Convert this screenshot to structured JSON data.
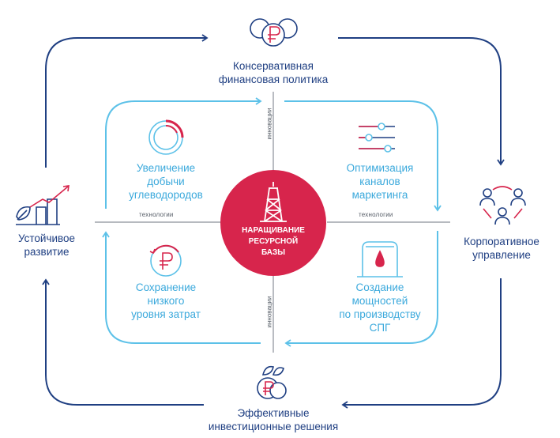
{
  "center": {
    "lines": [
      "НАРАЩИВАНИЕ",
      "РЕСУРСНОЙ",
      "БАЗЫ"
    ],
    "icon": "oil-rig-icon"
  },
  "outer": [
    {
      "id": "top",
      "icon": "ruble-coins-icon",
      "lines": [
        "Консервативная",
        "финансовая политика"
      ]
    },
    {
      "id": "right",
      "icon": "people-network-icon",
      "lines": [
        "Корпоративное",
        "управление"
      ]
    },
    {
      "id": "bottom",
      "icon": "ruble-fruit-icon",
      "lines": [
        "Эффективные",
        "инвестиционные решения"
      ]
    },
    {
      "id": "left",
      "icon": "leaf-growth-chart-icon",
      "lines": [
        "Устойчивое",
        "развитие"
      ]
    }
  ],
  "inner": [
    {
      "id": "top-left",
      "icon": "production-ring-icon",
      "lines": [
        "Увеличение",
        "добычи",
        "углеводородов"
      ]
    },
    {
      "id": "top-right",
      "icon": "sliders-icon",
      "lines": [
        "Оптимизация",
        "каналов",
        "маркетинга"
      ]
    },
    {
      "id": "bottom-right",
      "icon": "lng-tank-icon",
      "lines": [
        "Создание",
        "мощностей",
        "по производству",
        "СПГ"
      ]
    },
    {
      "id": "bottom-left",
      "icon": "ruble-cycle-icon",
      "lines": [
        "Сохранение",
        "низкого",
        "уровня затрат"
      ]
    }
  ],
  "axis_labels": {
    "horizontal_left": "технологии",
    "horizontal_right": "технологии",
    "vertical_top": "инновации",
    "vertical_bottom": "инновации"
  },
  "colors": {
    "navy": "#1f3f82",
    "light_blue": "#5cc1e8",
    "inner_text": "#3ba9dc",
    "red": "#d7254c",
    "gray": "#9aa0a8"
  }
}
